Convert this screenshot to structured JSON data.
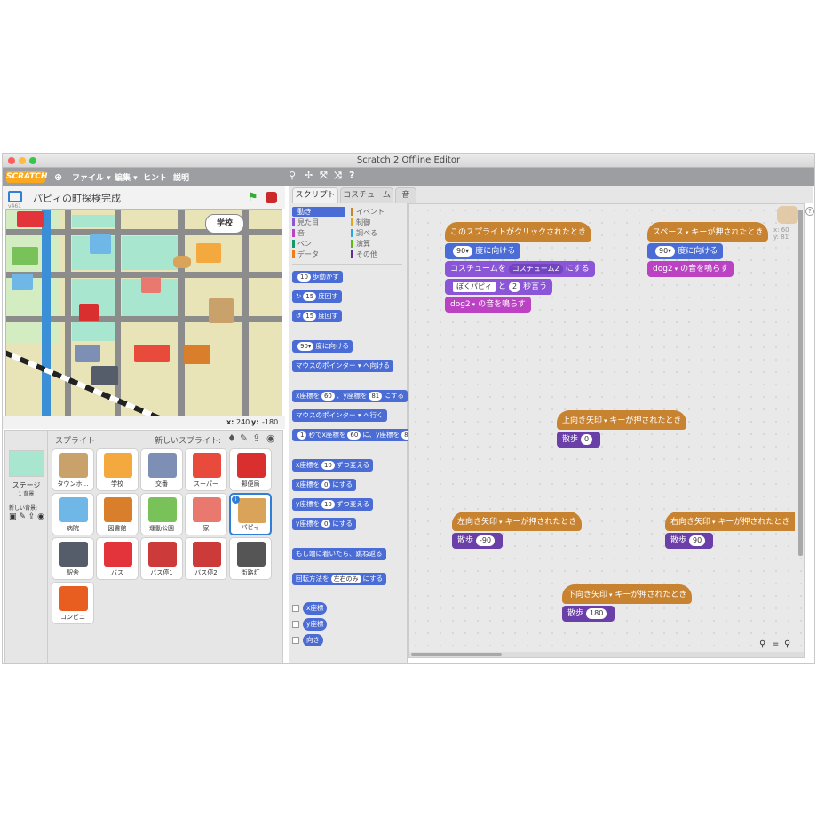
{
  "window": {
    "title": "Scratch 2 Offline Editor"
  },
  "menu": {
    "logo": "SCRATCH",
    "file": "ファイル ▾",
    "edit": "編集 ▾",
    "hints": "ヒント",
    "about": "説明"
  },
  "project": {
    "title": "パピィの町探検完成",
    "version": "v461"
  },
  "stage": {
    "speech": "学校",
    "mouse_x_label": "x:",
    "mouse_x": "240",
    "mouse_y_label": "y:",
    "mouse_y": "-180"
  },
  "sprites_pane": {
    "header": "スプライト",
    "new_sprite": "新しいスプライト:",
    "stage_label": "ステージ",
    "stage_backdrops": "1 背景",
    "new_backdrop": "新しい背景:",
    "items": [
      {
        "name": "タウンホ…",
        "color": "#c9a26b"
      },
      {
        "name": "学校",
        "color": "#f3a93d"
      },
      {
        "name": "交番",
        "color": "#7d8fb5"
      },
      {
        "name": "スーパー",
        "color": "#e84b3c"
      },
      {
        "name": "郵便局",
        "color": "#d9302f"
      },
      {
        "name": "病院",
        "color": "#6fb7e6"
      },
      {
        "name": "図書館",
        "color": "#d97e2a"
      },
      {
        "name": "運動公園",
        "color": "#79c25a"
      },
      {
        "name": "家",
        "color": "#e9786e"
      },
      {
        "name": "パピィ",
        "color": "#d9a45a"
      },
      {
        "name": "駅舎",
        "color": "#555d6b"
      },
      {
        "name": "バス",
        "color": "#e2343a"
      },
      {
        "name": "バス停1",
        "color": "#cc3a3a"
      },
      {
        "name": "バス停2",
        "color": "#cc3a3a"
      },
      {
        "name": "街路灯",
        "color": "#555555"
      },
      {
        "name": "コンビニ",
        "color": "#e85d20"
      }
    ]
  },
  "tabs": [
    "スクリプト",
    "コスチューム",
    "音"
  ],
  "categories": [
    {
      "label": "動き",
      "color": "#4a6cd4"
    },
    {
      "label": "イベント",
      "color": "#c88330"
    },
    {
      "label": "見た目",
      "color": "#8a55d7"
    },
    {
      "label": "制御",
      "color": "#e1a91a"
    },
    {
      "label": "音",
      "color": "#bb42c3"
    },
    {
      "label": "調べる",
      "color": "#2ca5e2"
    },
    {
      "label": "ペン",
      "color": "#0e9a6c"
    },
    {
      "label": "演算",
      "color": "#5cb712"
    },
    {
      "label": "データ",
      "color": "#ee7d16"
    },
    {
      "label": "その他",
      "color": "#632d99"
    }
  ],
  "palette": {
    "move": [
      "10",
      "歩動かす"
    ],
    "turn_right": [
      "15",
      "度回す"
    ],
    "turn_left": [
      "15",
      "度回す"
    ],
    "point_dir": [
      "90▾",
      "度に向ける"
    ],
    "point_towards": [
      "マウスのポインター",
      "へ向ける"
    ],
    "goto_xy": [
      "x座標を",
      "60",
      "、y座標を",
      "81",
      "にする"
    ],
    "goto": [
      "マウスのポインター",
      "へ行く"
    ],
    "glide": [
      "1",
      "秒でx座標を",
      "60",
      "に、y座標を",
      "8"
    ],
    "change_x": [
      "x座標を",
      "10",
      "ずつ変える"
    ],
    "set_x": [
      "x座標を",
      "0",
      "にする"
    ],
    "change_y": [
      "y座標を",
      "10",
      "ずつ変える"
    ],
    "set_y": [
      "y座標を",
      "0",
      "にする"
    ],
    "bounce": "もし端に着いたら、跳ね返る",
    "rotation": [
      "回転方法を",
      "左右のみ",
      "にする"
    ],
    "rep_x": "x座標",
    "rep_y": "y座標",
    "rep_dir": "向き"
  },
  "scripts": {
    "s1": {
      "hat": "このスプライトがクリックされたとき",
      "b1": [
        "90▾",
        "度に向ける"
      ],
      "b2": [
        "コスチュームを",
        "コスチューム2",
        "にする"
      ],
      "b3": [
        "ぼくパピィ",
        "と",
        "2",
        "秒言う"
      ],
      "b4": [
        "dog2",
        "の音を鳴らす"
      ]
    },
    "s2": {
      "key": "スペース",
      "hat": "キーが押されたとき",
      "b1": [
        "90▾",
        "度に向ける"
      ],
      "b2": [
        "dog2",
        "の音を鳴らす"
      ]
    },
    "s3": {
      "key": "上向き矢印",
      "hat": "キーが押されたとき",
      "b1": [
        "散歩",
        "0"
      ]
    },
    "s4": {
      "key": "左向き矢印",
      "hat": "キーが押されたとき",
      "b1": [
        "散歩",
        "-90"
      ]
    },
    "s5": {
      "key": "右向き矢印",
      "hat": "キーが押されたとき",
      "b1": [
        "散歩",
        "90"
      ]
    },
    "s6": {
      "key": "下向き矢印",
      "hat": "キーが押されたとき",
      "b1": [
        "散歩",
        "180"
      ]
    },
    "sprite_info": {
      "x": "x: 60",
      "y": "y: 81"
    },
    "zoom": "= "
  }
}
